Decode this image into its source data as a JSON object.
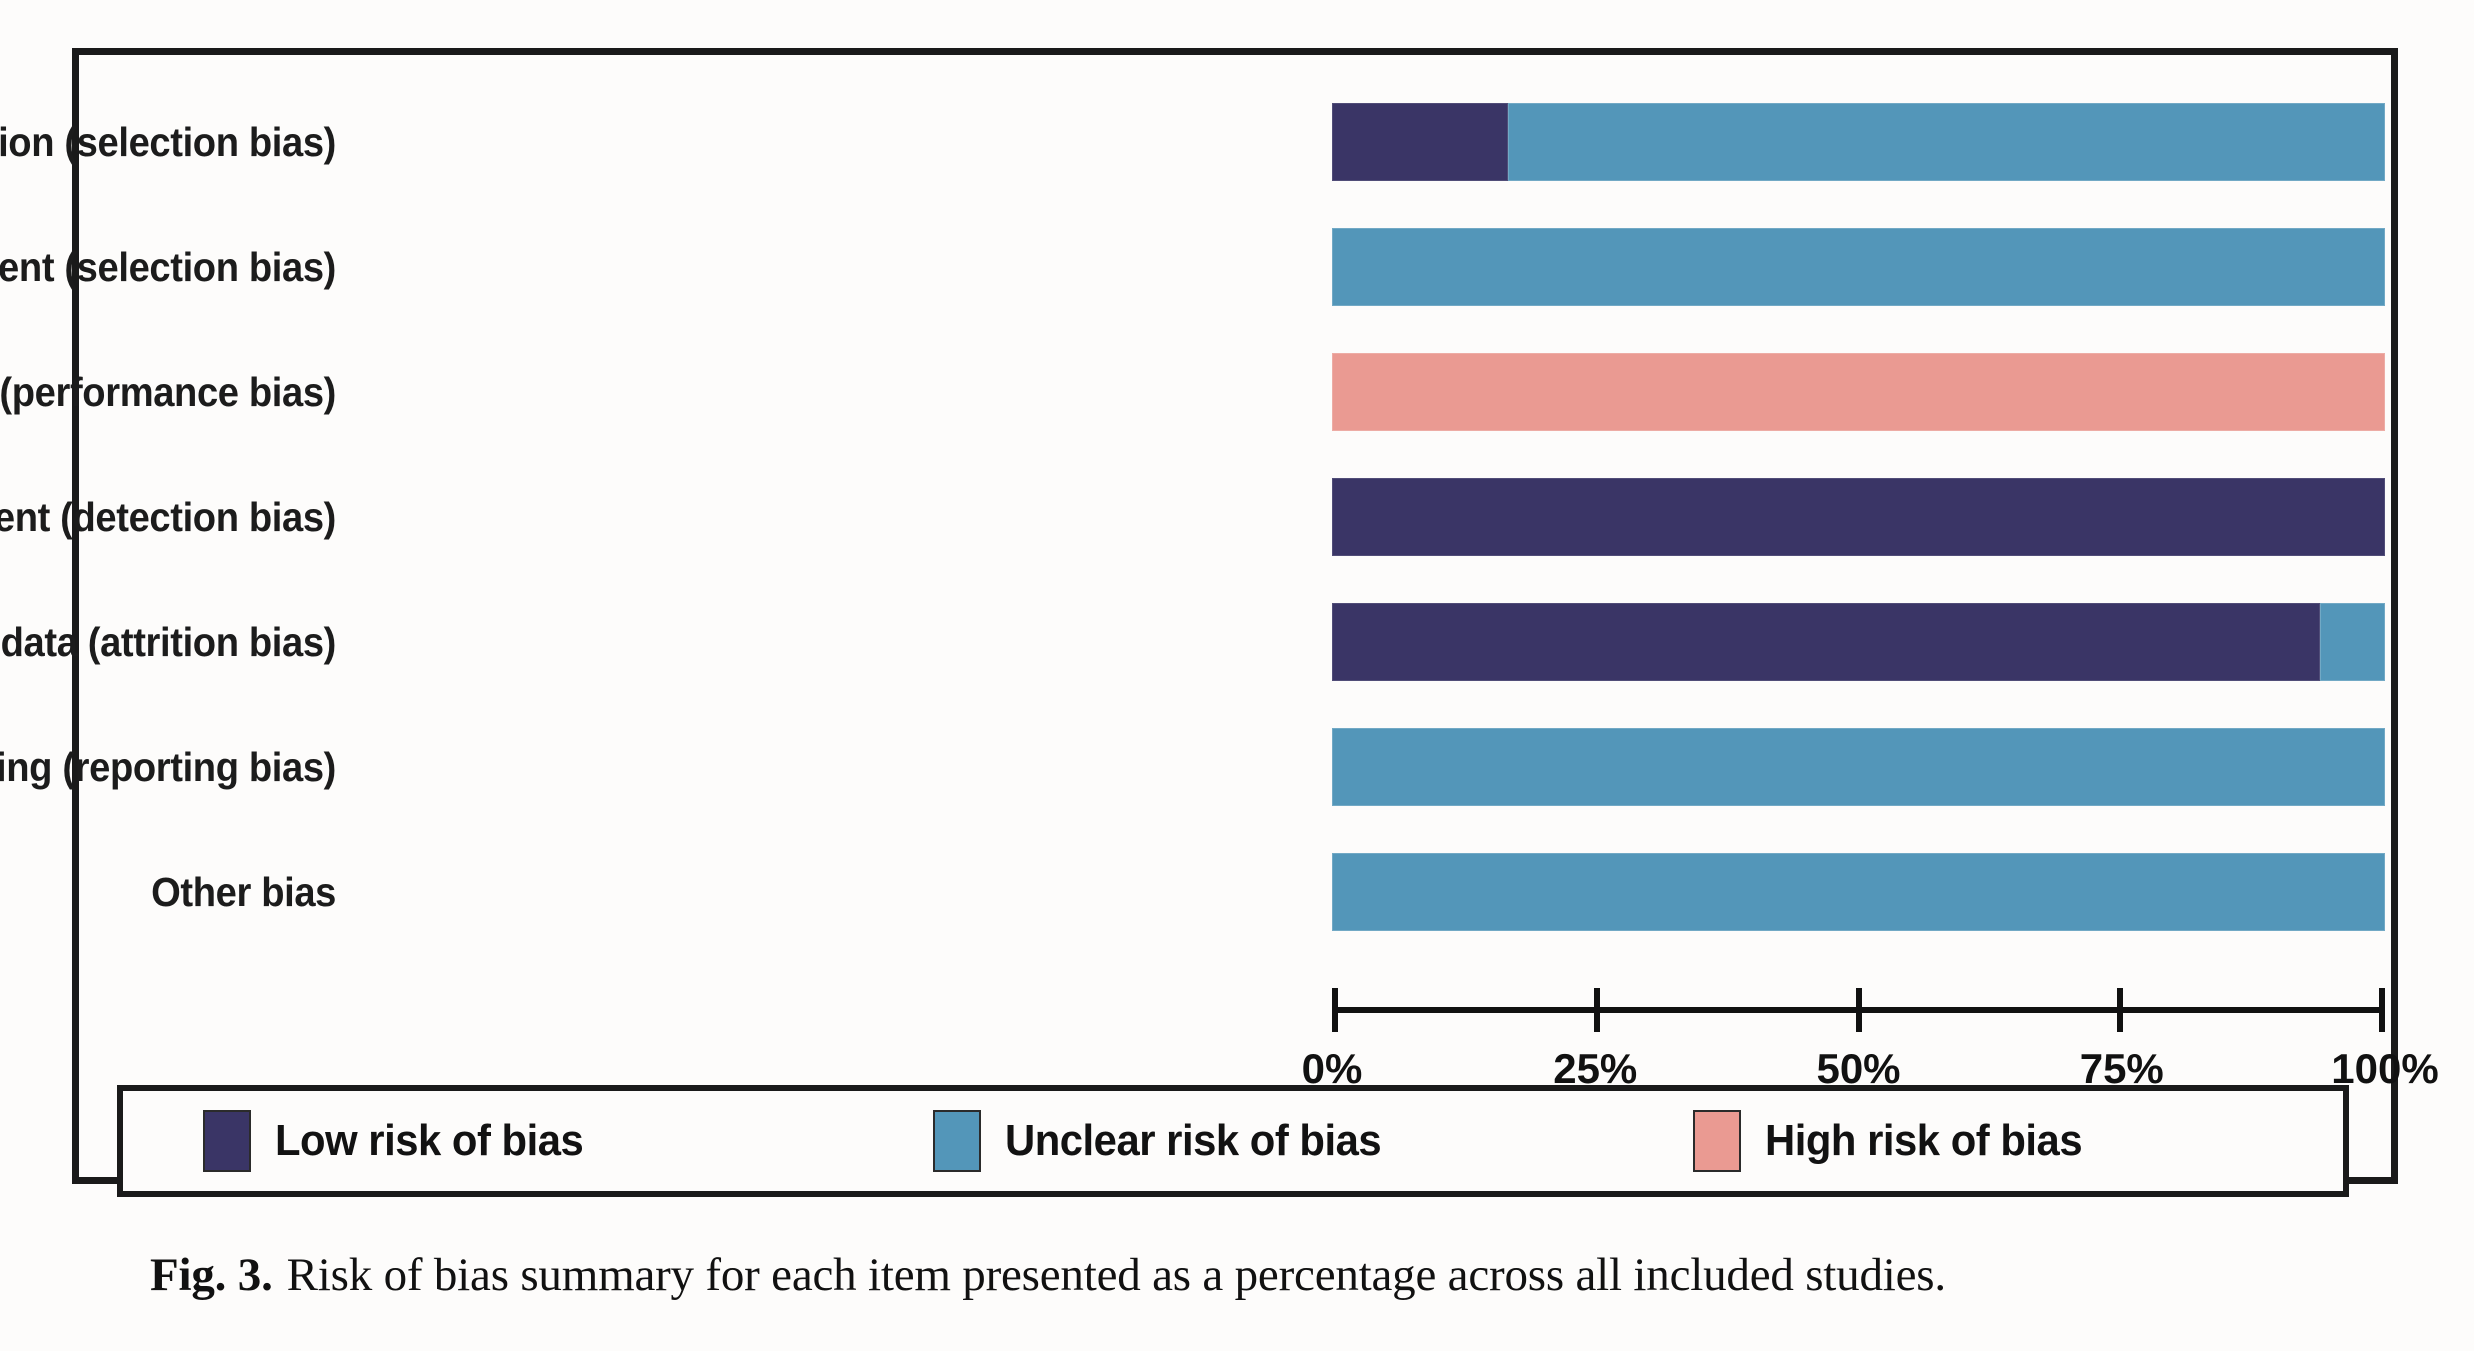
{
  "figure": {
    "caption_label": "Fig. 3.",
    "caption_text": "Risk of bias summary for each item presented as a percentage across all included studies."
  },
  "colors": {
    "low": "#3a3566",
    "unclear": "#5396b9",
    "high": "#ea9a92",
    "frame": "#1a1a1a",
    "background": "#fdfcfb",
    "axis": "#111111",
    "text": "#1c1c1c"
  },
  "legend": {
    "items": [
      {
        "key": "low",
        "label": "Low risk of bias",
        "color": "#3a3566"
      },
      {
        "key": "unclear",
        "label": "Unclear risk of bias",
        "color": "#5396b9"
      },
      {
        "key": "high",
        "label": "High risk of bias",
        "color": "#ea9a92"
      }
    ]
  },
  "axis": {
    "ticks": [
      "0%",
      "25%",
      "50%",
      "75%",
      "100%"
    ],
    "tick_values": [
      0,
      25,
      50,
      75,
      100
    ],
    "min": 0,
    "max": 100
  },
  "chart_data": {
    "type": "bar",
    "orientation": "horizontal",
    "stacked": true,
    "normalized_percent": true,
    "title": "",
    "xlabel": "",
    "ylabel": "",
    "xlim": [
      0,
      100
    ],
    "grid": false,
    "legend_position": "bottom",
    "xtick_labels": [
      "0%",
      "25%",
      "50%",
      "75%",
      "100%"
    ],
    "categories": [
      "Random sequence generation (selection bias)",
      "Allocation concealment (selection bias)",
      "Blinding of participants and personnel (performance bias)",
      "Blinding of outcome assessment (detection bias)",
      "Incomplete outcome data (attrition bias)",
      "Selective reporting (reporting bias)",
      "Other bias"
    ],
    "series": [
      {
        "name": "Low risk of bias",
        "color": "#3a3566",
        "values": [
          16.7,
          0,
          0,
          100,
          93.8,
          0,
          0
        ]
      },
      {
        "name": "Unclear risk of bias",
        "color": "#5396b9",
        "values": [
          83.3,
          100,
          0,
          0,
          6.2,
          100,
          100
        ]
      },
      {
        "name": "High risk of bias",
        "color": "#ea9a92",
        "values": [
          0,
          0,
          100,
          0,
          0,
          0,
          0
        ]
      }
    ],
    "rows": [
      {
        "label": "Random sequence generation (selection bias)",
        "segments": [
          {
            "key": "low",
            "percent": 16.7
          },
          {
            "key": "unclear",
            "percent": 83.3
          }
        ]
      },
      {
        "label": "Allocation concealment (selection bias)",
        "segments": [
          {
            "key": "unclear",
            "percent": 100
          }
        ]
      },
      {
        "label": "Blinding of participants and personnel (performance bias)",
        "segments": [
          {
            "key": "high",
            "percent": 100
          }
        ]
      },
      {
        "label": "Blinding of outcome assessment (detection bias)",
        "segments": [
          {
            "key": "low",
            "percent": 100
          }
        ]
      },
      {
        "label": "Incomplete outcome data (attrition bias)",
        "segments": [
          {
            "key": "low",
            "percent": 93.8
          },
          {
            "key": "unclear",
            "percent": 6.2
          }
        ]
      },
      {
        "label": "Selective reporting (reporting bias)",
        "segments": [
          {
            "key": "unclear",
            "percent": 100
          }
        ]
      },
      {
        "label": "Other bias",
        "segments": [
          {
            "key": "unclear",
            "percent": 100
          }
        ]
      }
    ]
  }
}
